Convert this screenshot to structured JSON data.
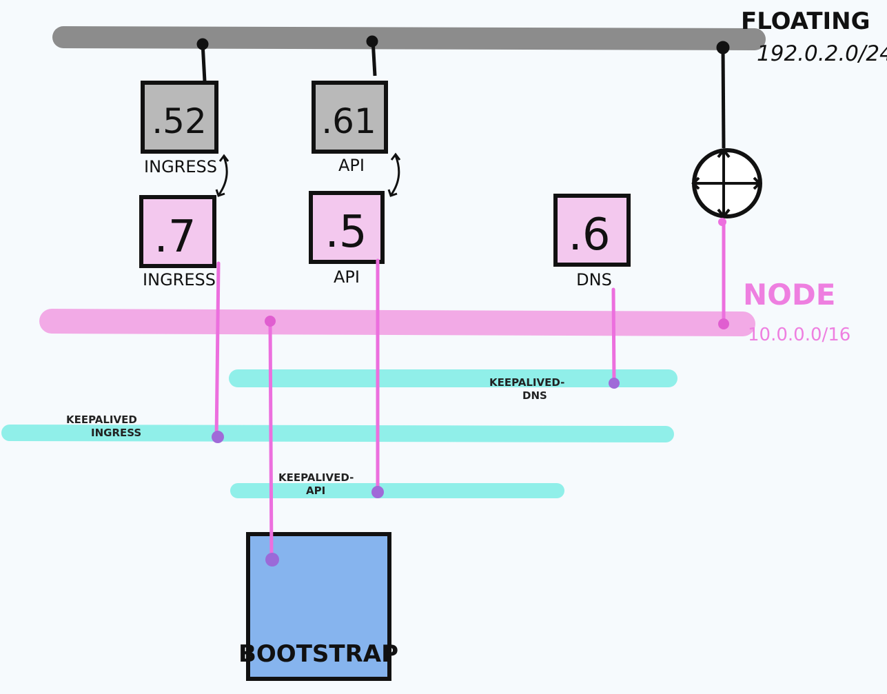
{
  "networks": {
    "floating": {
      "name": "FLOATING",
      "cidr": "192.0.2.0/24",
      "color": "#8c8c8c"
    },
    "node": {
      "name": "NODE",
      "cidr": "10.0.0.0/16",
      "color": "#f08ee0"
    }
  },
  "floating_ips": [
    {
      "address": ".52",
      "label": "INGRESS"
    },
    {
      "address": ".61",
      "label": "API"
    }
  ],
  "node_ips": [
    {
      "address": ".7",
      "label": "INGRESS"
    },
    {
      "address": ".5",
      "label": "API"
    },
    {
      "address": ".6",
      "label": "DNS"
    }
  ],
  "keepalived": {
    "ingress": {
      "line1": "KEEPALIVED",
      "line2": "INGRESS"
    },
    "api": {
      "line1": "KEEPALIVED-",
      "line2": "API"
    },
    "dns": {
      "line1": "KEEPALIVED-",
      "line2": "DNS"
    },
    "color": "#7feee6"
  },
  "bootstrap": {
    "label": "BOOTSTRAP",
    "color": "#86b4ee"
  },
  "colors": {
    "gray_box": "#b9b9b9",
    "pink_box": "#f3c8ee",
    "pink_line": "#ec6fde",
    "cyan": "#7feee6",
    "blue": "#86b4ee",
    "stroke": "#111111"
  },
  "router_icon": "router-icon"
}
